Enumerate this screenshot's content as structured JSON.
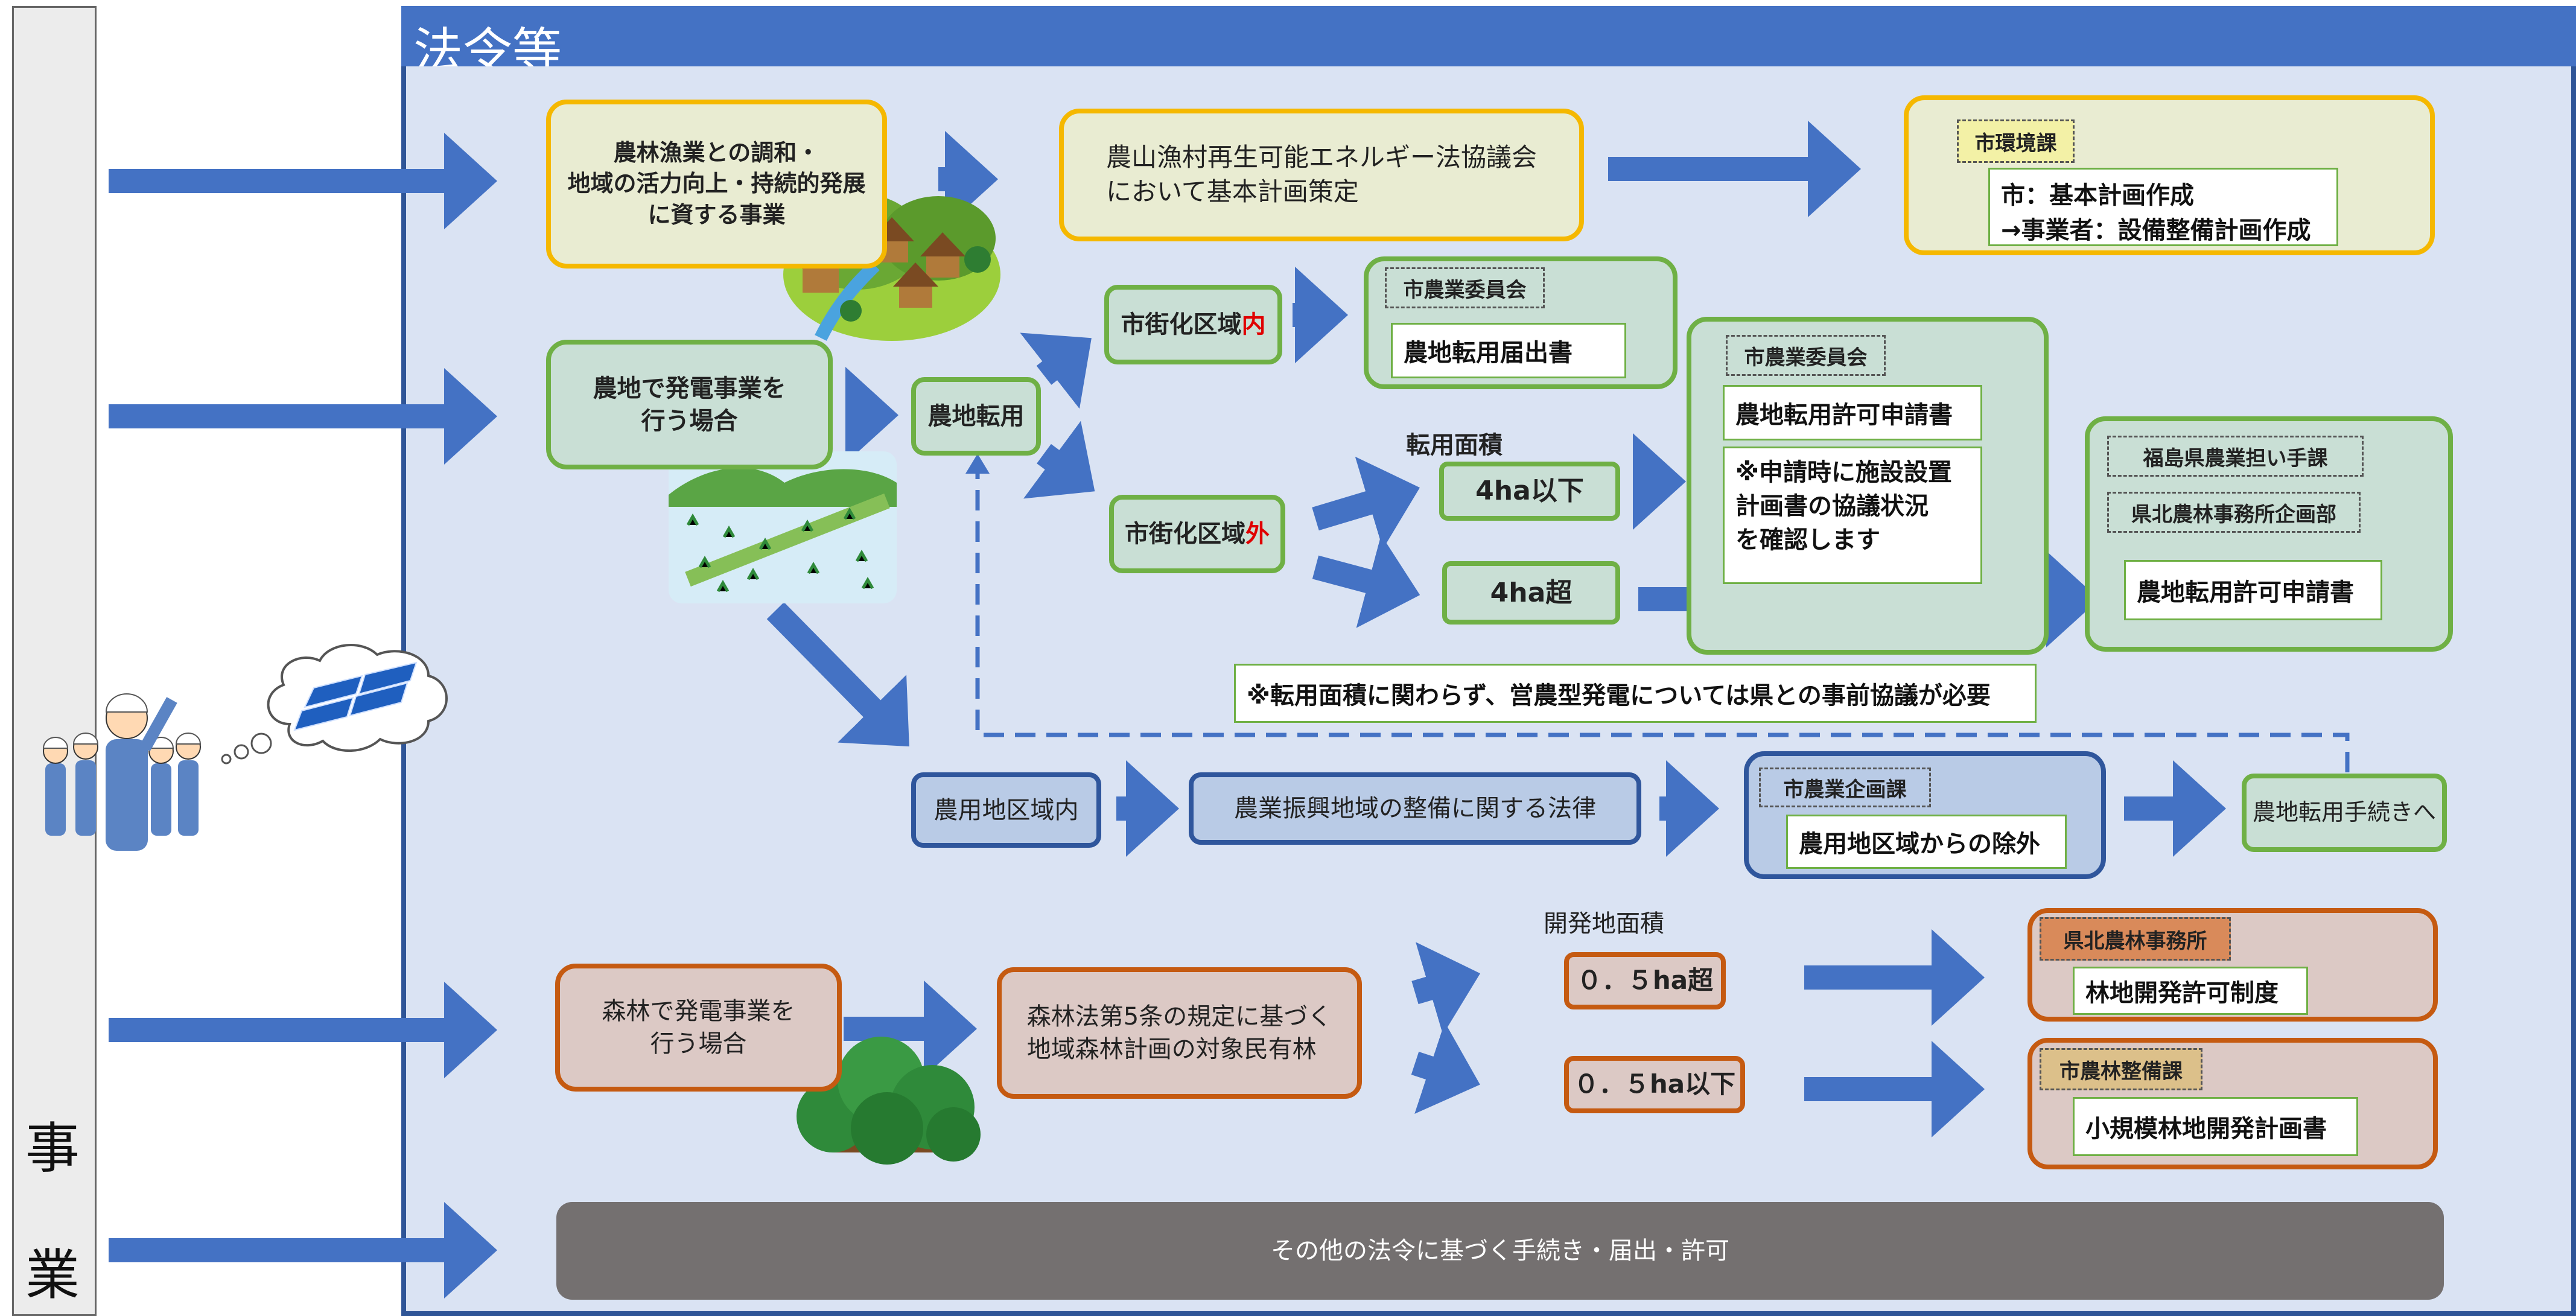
{
  "side": {
    "chars": [
      "事",
      "業"
    ]
  },
  "header": {
    "title": "法令等"
  },
  "nodes": {
    "harmony": [
      "農林漁業との調和・",
      "地域の活力向上・持続的発展",
      "に資する事業"
    ],
    "council": [
      "農山漁村再生可能エネルギー法協議会",
      "において基本計画策定"
    ],
    "env_tag": "市環境課",
    "env_text": [
      "市：基本計画作成",
      "→事業者：設備整備計画作成"
    ],
    "farm_case": [
      "農地で発電事業を",
      "行う場合"
    ],
    "conversion": "農地転用",
    "inside_city_pre": "市街化区域",
    "inside_city_suffix": "内",
    "outside_city_pre": "市街化区域",
    "outside_city_suffix": "外",
    "comm1_tag": "市農業委員会",
    "comm1_doc": "農地転用届出書",
    "area_label": "転用面積",
    "under4": "4ha以下",
    "over4": "4ha超",
    "comm2_tag": "市農業委員会",
    "comm2_doc": "農地転用許可申請書",
    "comm2_note": [
      "※申請時に施設設置",
      "計画書の協議状況",
      "を確認します"
    ],
    "pref_tag1": "福島県農業担い手課",
    "pref_tag2": "県北農林事務所企画部",
    "pref_doc": "農地転用許可申請書",
    "notice": "※転用面積に関わらず、営農型発電については県との事前協議が必要",
    "agri_zone": "農用地区域内",
    "agri_law": "農業振興地域の整備に関する法律",
    "plan_tag": "市農業企画課",
    "plan_doc": "農用地区域からの除外",
    "to_conversion": "農地転用手続きへ",
    "forest_case": [
      "森林で発電事業を",
      "行う場合"
    ],
    "forest_law": [
      "森林法第5条の規定に基づく",
      "地域森林計画の対象民有林"
    ],
    "dev_area_label": "開発地面積",
    "over05": "０．５ha超",
    "under05": "０．５ha以下",
    "kenpoku_tag": "県北農林事務所",
    "kenpoku_doc": "林地開発許可制度",
    "city_forest_tag": "市農林整備課",
    "city_forest_doc": "小規模林地開発計画書",
    "other": "その他の法令に基づく手続き・届出・許可"
  },
  "colors": {
    "header": "#4472c4",
    "panel": "#dae3f3",
    "arrow": "#4472c4",
    "yellow_border": "#f5b800",
    "green_border": "#6fb045",
    "blue_border": "#2f569c",
    "brown_border": "#c55a11",
    "other_bg": "#747070",
    "red_text": "#e00000"
  },
  "icons": [
    "village-illustration",
    "rice-field-illustration",
    "forest-illustration",
    "workers-illustration",
    "solar-panel-thought-bubble"
  ]
}
